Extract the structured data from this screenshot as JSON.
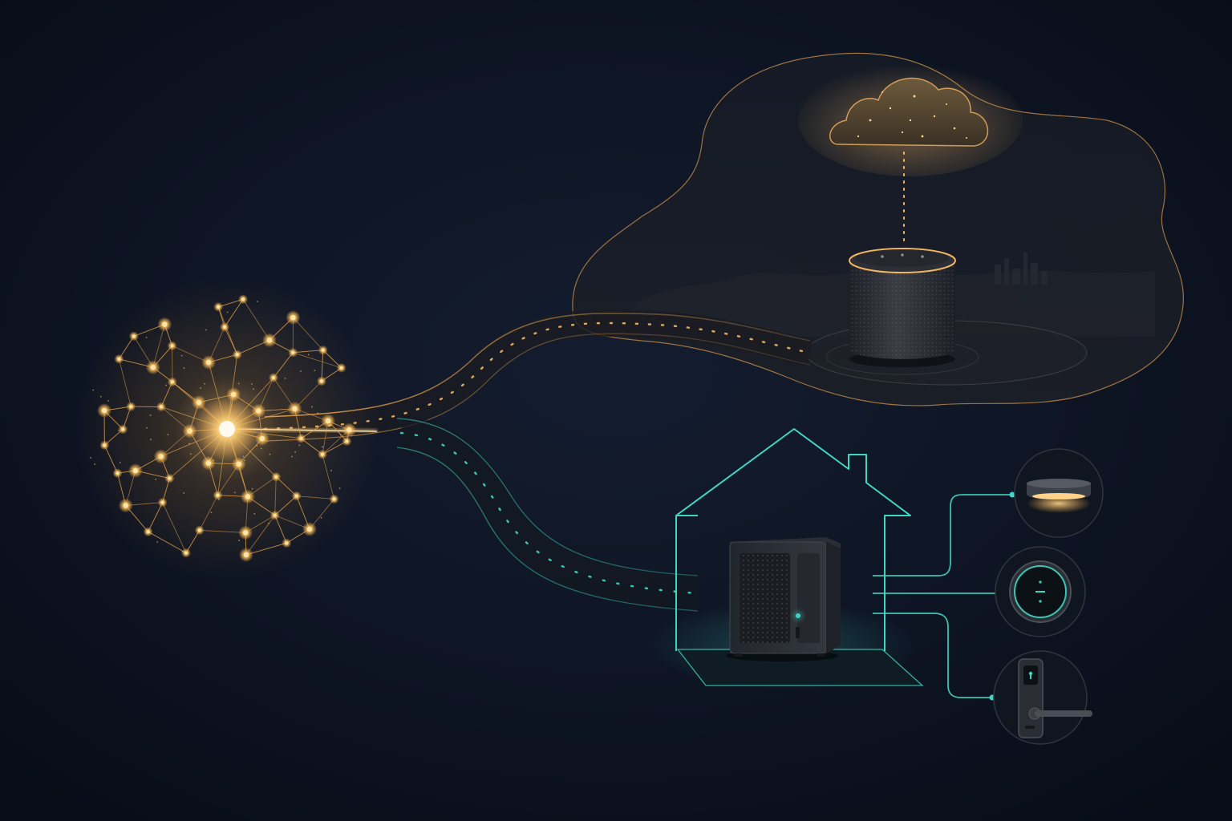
{
  "diagram": {
    "nodes": [
      {
        "id": "network-sphere",
        "icon": "network-sphere-icon",
        "zone": "origin"
      },
      {
        "id": "cloud",
        "icon": "cloud-icon",
        "zone": "cloud"
      },
      {
        "id": "smart-speaker",
        "icon": "smart-speaker-icon",
        "zone": "cloud"
      },
      {
        "id": "home",
        "icon": "house-icon",
        "zone": "local"
      },
      {
        "id": "local-hub",
        "icon": "server-box-icon",
        "zone": "local"
      },
      {
        "id": "ceiling-light",
        "icon": "ceiling-light-icon",
        "zone": "local"
      },
      {
        "id": "thermostat",
        "icon": "thermostat-icon",
        "zone": "local"
      },
      {
        "id": "smart-lock",
        "icon": "door-lock-icon",
        "zone": "local"
      }
    ],
    "edges": [
      {
        "from": "network-sphere",
        "to": "smart-speaker",
        "style": "dotted-path"
      },
      {
        "from": "network-sphere",
        "to": "local-hub",
        "style": "dotted-path"
      },
      {
        "from": "cloud",
        "to": "smart-speaker",
        "style": "dotted-line"
      },
      {
        "from": "local-hub",
        "to": "ceiling-light",
        "style": "wire"
      },
      {
        "from": "local-hub",
        "to": "thermostat",
        "style": "wire"
      },
      {
        "from": "local-hub",
        "to": "smart-lock",
        "style": "wire"
      }
    ]
  },
  "colors": {
    "background": "#0c1424",
    "cloud_accent": "#f2b563",
    "local_accent": "#3fd6c4",
    "device_body": "#2a2d33"
  }
}
